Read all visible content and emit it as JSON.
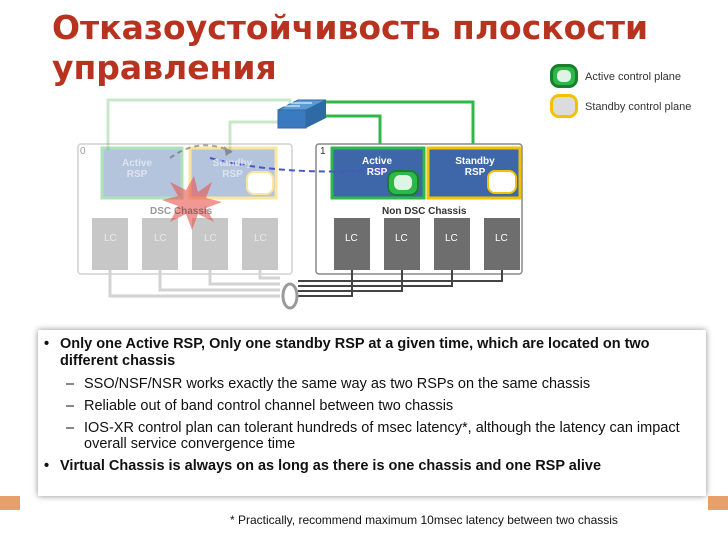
{
  "title": {
    "line1": "Отказоустойчивость плоскости",
    "line2": "управления"
  },
  "legend": {
    "active": "Active control plane",
    "standby": "Standby control plane"
  },
  "colors": {
    "active": "#2db84a",
    "standby": "#f2c200",
    "title": "#b8331f",
    "rsp_blue": "#3d67a8",
    "lc_gray": "#6e6e6e"
  },
  "chassis0": {
    "number": "0",
    "active_rsp": "Active RSP",
    "standby_rsp": "Standby RSP",
    "label": "DSC Chassis",
    "lcs": [
      "LC",
      "LC",
      "LC",
      "LC"
    ]
  },
  "chassis1": {
    "number": "1",
    "active_rsp": "Active RSP",
    "standby_rsp": "Standby RSP",
    "label": "Non DSC Chassis",
    "lcs": [
      "LC",
      "LC",
      "LC",
      "LC"
    ]
  },
  "bullets": {
    "b1": "Only one Active RSP, Only one standby RSP at a given time, which are located on two different chassis",
    "b1_1": "SSO/NSF/NSR works exactly the same way as two RSPs on the same chassis",
    "b1_2": "Reliable out of band control channel between two chassis",
    "b1_3": "IOS-XR control plan can tolerant hundreds of msec latency*, although the latency can impact overall service convergence time",
    "b2": "Virtual Chassis is always on as long as there is one chassis and one RSP alive"
  },
  "footnote": "* Practically, recommend maximum 10msec latency between two chassis"
}
